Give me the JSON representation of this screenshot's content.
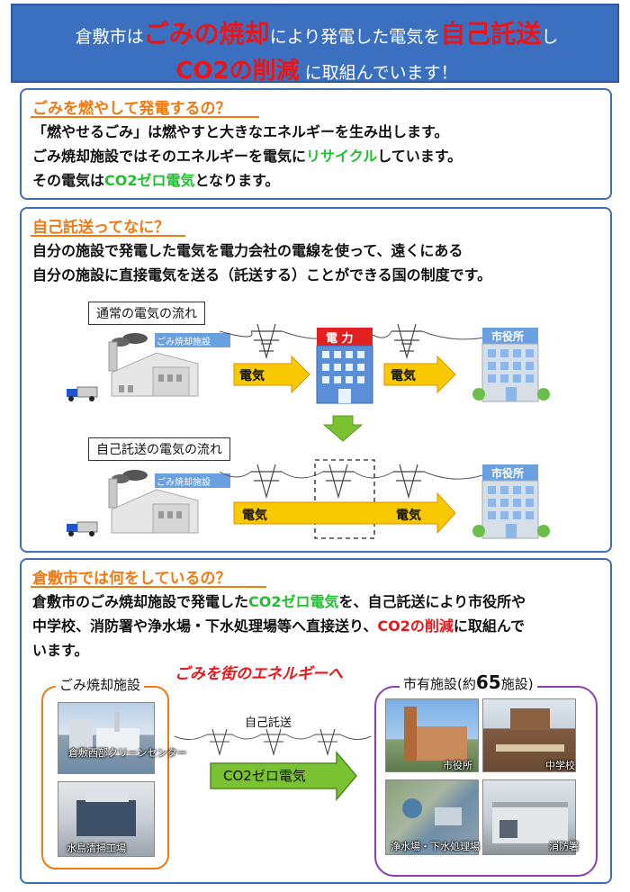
{
  "header": {
    "line1_pre": "倉敷市は",
    "line1_hl1": "ごみの焼却",
    "line1_mid": "により発電した電気を",
    "line1_hl2": "自己託送",
    "line1_post": "し",
    "line2_hl": "CO2の削減",
    "line2_post": "に取組んでいます！"
  },
  "section1": {
    "title": "ごみを燃やして発電するの？",
    "line1": "「燃やせるごみ」は燃やすと大きなエネルギーを生み出します。",
    "line2_pre": "ごみ焼却施設ではそのエネルギーを電気に",
    "line2_hl": "リサイクル",
    "line2_post": "しています。",
    "line3_pre": "その電気は",
    "line3_hl": "CO2ゼロ電気",
    "line3_post": "となります。"
  },
  "section2": {
    "title": "自己託送ってなに？",
    "line1": "自分の施設で発電した電気を電力会社の電線を使って、遠くにある",
    "line2": "自分の施設に直接電気を送る（託送する）ことができる国の制度です。",
    "normal_flow_label": "通常の電気の流れ",
    "self_flow_label": "自己託送の電気の流れ",
    "plant_label": "ごみ焼却施設",
    "power_company_label": "電 力",
    "city_hall_label": "市役所",
    "electricity_label": "電気"
  },
  "section3": {
    "title": "倉敷市では何をしているの？",
    "line1_pre": "倉敷市のごみ焼却施設で発電した",
    "line1_hl": "CO2ゼロ電気",
    "line1_post": "を、自己託送により市役所や",
    "line2_pre": "中学校、消防署や浄水場・下水処理場等へ直接送り、",
    "line2_hl": "CO2の削減",
    "line2_post": "に取組んで",
    "line3": "います。",
    "slogan": "ごみを街のエネルギーへ",
    "left_title": "ごみ焼却施設",
    "right_title_pre": "市有施設(約",
    "right_title_num": "65",
    "right_title_post": "施設)",
    "transfer_label": "自己託送",
    "arrow_label": "CO2ゼロ電気",
    "photos_left": [
      "倉敷西部クリーンセンター",
      "水島清掃工場"
    ],
    "photos_right": [
      "市役所",
      "中学校",
      "浄水場・下水処理場",
      "消防署"
    ]
  },
  "colors": {
    "header_bg": "#3b70c0",
    "accent_red": "#e8161b",
    "accent_orange": "#f07a10",
    "accent_green": "#20c030",
    "panel_border": "#3d6fb8"
  }
}
